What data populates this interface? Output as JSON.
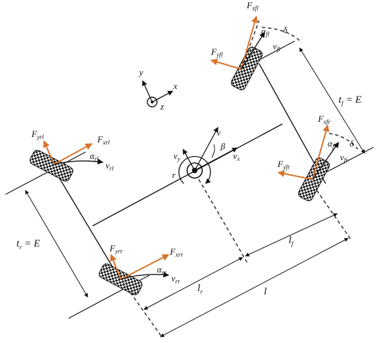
{
  "colors": {
    "line": "#111111",
    "force_arrow": "#d9722a",
    "tire_dark": "#111111",
    "tire_light": "#ffffff"
  },
  "icons": {
    "tire": "checkered-tire",
    "arrow_head": "arrow-head",
    "axis_origin": "circle-with-dot"
  },
  "frame": {
    "x": "x",
    "y": "y",
    "z": "z"
  },
  "vehicle": {
    "v": "v",
    "vy": "v",
    "vy_sub": "y",
    "vx": "v",
    "vx_sub": "x",
    "beta": "β",
    "r": "r"
  },
  "wheels": {
    "fl": {
      "Fx": "F",
      "Fx_sub": "xfl",
      "Fy": "F",
      "Fy_sub": "yfl",
      "alpha": "α",
      "alpha_sub": "fl",
      "v": "v",
      "v_sub": "fl",
      "delta": "δ"
    },
    "fr": {
      "Fx": "F",
      "Fx_sub": "xfr",
      "Fy": "F",
      "Fy_sub": "yfr",
      "alpha": "α",
      "alpha_sub": "fr",
      "v": "v",
      "v_sub": "fr",
      "delta": "δ"
    },
    "rl": {
      "Fx": "F",
      "Fx_sub": "xrl",
      "Fy": "F",
      "Fy_sub": "yrl",
      "alpha": "α",
      "alpha_sub": "rl",
      "v": "v",
      "v_sub": "rl"
    },
    "rr": {
      "Fx": "F",
      "Fx_sub": "xrr",
      "Fy": "F",
      "Fy_sub": "yrr",
      "alpha": "α",
      "alpha_sub": "rr",
      "v": "v",
      "v_sub": "rr"
    }
  },
  "dimensions": {
    "tf": "t",
    "tf_sub": "f",
    "tf_eq": " = E",
    "tr": "t",
    "tr_sub": "r",
    "tr_eq": " = E",
    "lf": "l",
    "lf_sub": "f",
    "lr": "l",
    "lr_sub": "r",
    "l": "l"
  }
}
